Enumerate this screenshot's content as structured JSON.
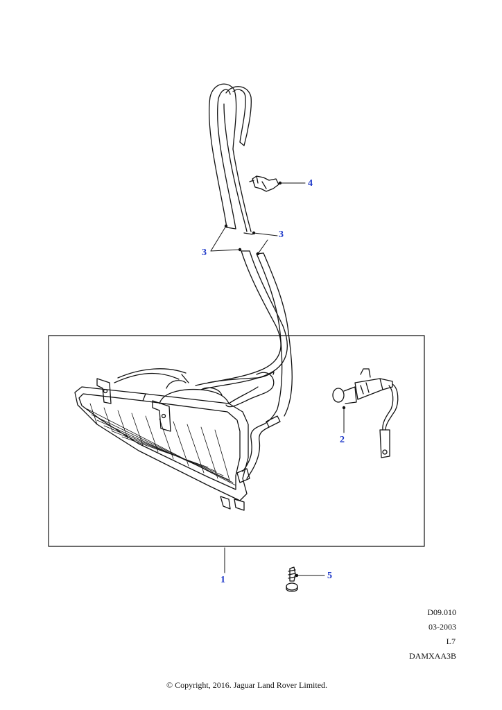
{
  "callouts": {
    "c1": "1",
    "c2": "2",
    "c3a": "3",
    "c3b": "3",
    "c4": "4",
    "c5": "5"
  },
  "footer": {
    "ref": "D09.010",
    "date": "03-2003",
    "model": "L7",
    "code": "DAMXAA3B",
    "copyright": "© Copyright, 2016. Jaguar Land Rover Limited."
  },
  "colors": {
    "callout": "#1a35c8",
    "line": "#111111"
  }
}
